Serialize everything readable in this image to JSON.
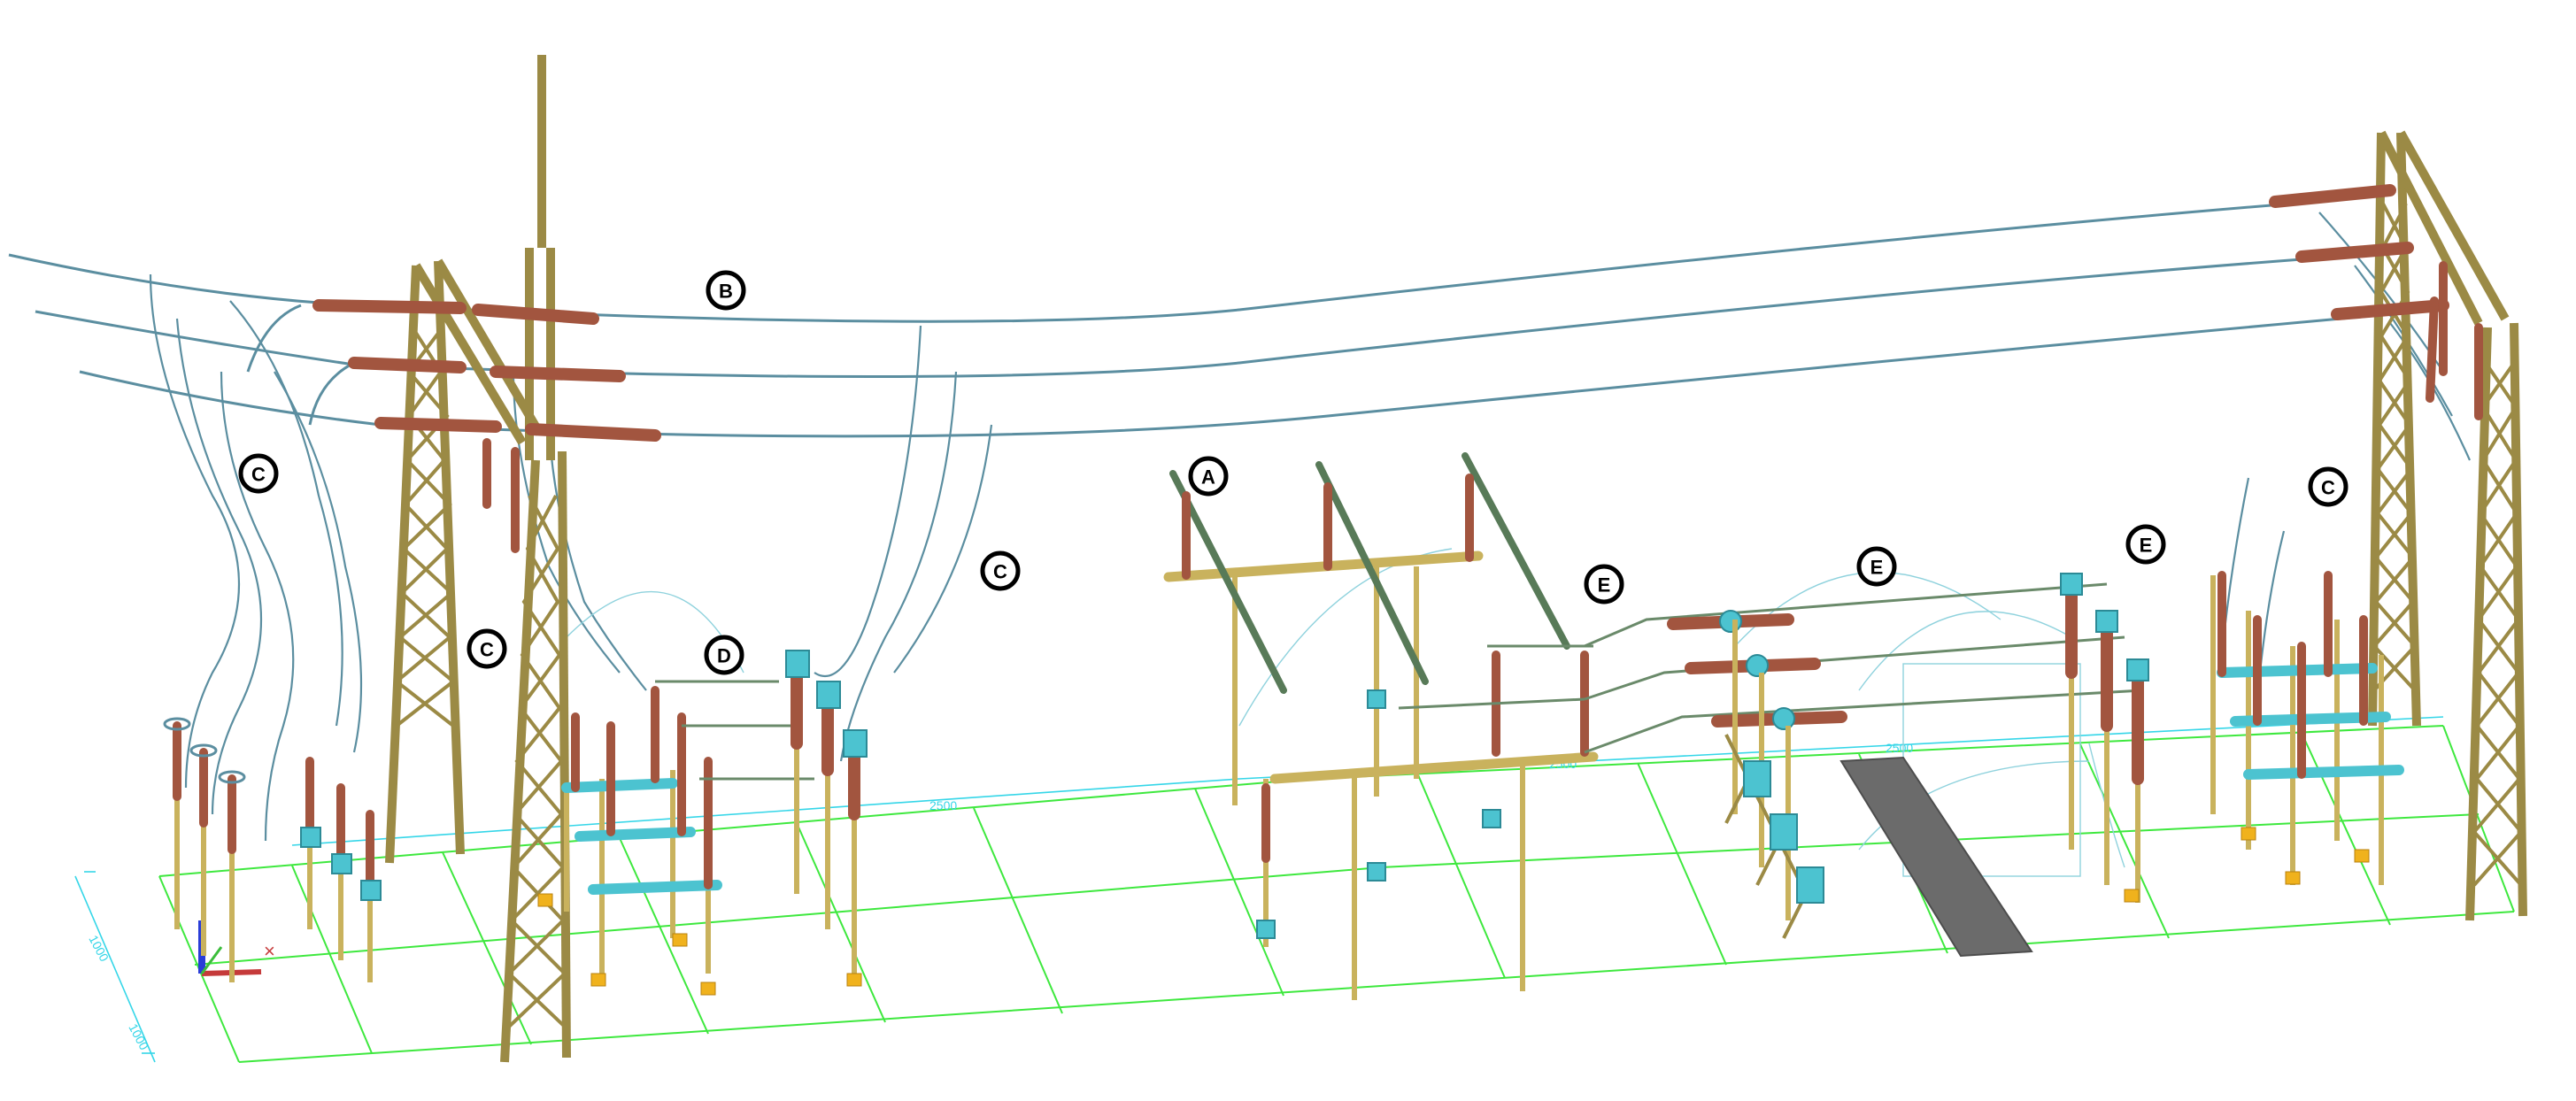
{
  "callouts": {
    "a": "A",
    "b": "B",
    "c": "C",
    "d": "D",
    "e": "E"
  },
  "colors": {
    "steel": "#9b8a45",
    "insulator": "#a2553f",
    "conductor": "#5b8ea0",
    "ground_grid": "#3ee83e",
    "dimension": "#35d6e8",
    "equipment_cap": "#4cc3d0",
    "foundation": "#f0b21d",
    "trench": "#6b6b6b"
  }
}
